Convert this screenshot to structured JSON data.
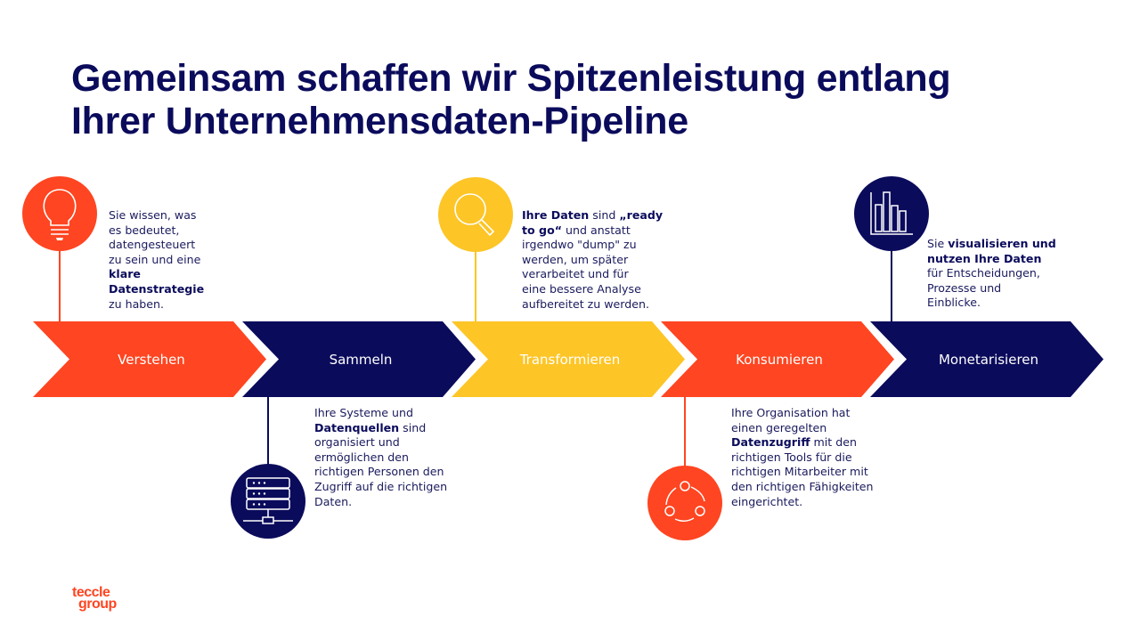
{
  "title": {
    "line1": "Gemeinsam schaffen wir Spitzenleistung entlang",
    "line2": "Ihrer Unternehmensdaten-Pipeline"
  },
  "colors": {
    "orange": "#FF4521",
    "navy": "#0B0B5C",
    "yellow": "#FDC526"
  },
  "stages": [
    {
      "label": "Verstehen",
      "icon": "lightbulb-icon",
      "color": "#FF4521",
      "description": [
        {
          "t": "Sie wissen, was",
          "b": false
        },
        {
          "t": "es bedeutet,",
          "b": false
        },
        {
          "t": "datengesteuert",
          "b": false
        },
        {
          "t": "zu sein und eine",
          "b": false
        },
        {
          "t": "klare",
          "b": true
        },
        {
          "t": "Datenstrategie",
          "b": true
        },
        {
          "t": "zu haben.",
          "b": false
        }
      ]
    },
    {
      "label": "Sammeln",
      "icon": "server-icon",
      "color": "#0B0B5C",
      "description": [
        {
          "t": "Ihre Systeme und",
          "b": false
        },
        {
          "t": "Datenquellen",
          "b": true,
          "rest": " sind"
        },
        {
          "t": "organisiert und",
          "b": false
        },
        {
          "t": "ermöglichen den",
          "b": false
        },
        {
          "t": "richtigen Personen den",
          "b": false
        },
        {
          "t": "Zugriff auf die richtigen",
          "b": false
        },
        {
          "t": "Daten.",
          "b": false
        }
      ]
    },
    {
      "label": "Transformieren",
      "icon": "magnifier-icon",
      "color": "#FDC526",
      "description": [
        {
          "t": "Ihre Daten",
          "b": true,
          "rest": " sind ",
          "bold2": "„ready"
        },
        {
          "t": "to go“",
          "b": true,
          "rest": " und anstatt"
        },
        {
          "t": "irgendwo \"dump\" zu",
          "b": false
        },
        {
          "t": "werden, um später",
          "b": false
        },
        {
          "t": "verarbeitet und für",
          "b": false
        },
        {
          "t": "eine bessere Analyse",
          "b": false
        },
        {
          "t": "aufbereitet zu werden.",
          "b": false
        }
      ]
    },
    {
      "label": "Konsumieren",
      "icon": "cycle-icon",
      "color": "#FF4521",
      "description": [
        {
          "t": "Ihre Organisation hat",
          "b": false
        },
        {
          "t": "einen geregelten",
          "b": false
        },
        {
          "t": "Datenzugriff",
          "b": true,
          "rest": " mit den"
        },
        {
          "t": "richtigen Tools für die",
          "b": false
        },
        {
          "t": "richtigen Mitarbeiter mit",
          "b": false
        },
        {
          "t": "den richtigen Fähigkeiten",
          "b": false
        },
        {
          "t": "eingerichtet.",
          "b": false
        }
      ]
    },
    {
      "label": "Monetarisieren",
      "icon": "bar-chart-icon",
      "color": "#0B0B5C",
      "description": [
        {
          "t": "Sie ",
          "b": false,
          "bold2": "visualisieren und"
        },
        {
          "t": "nutzen Ihre Daten",
          "b": true
        },
        {
          "t": "für Entscheidungen,",
          "b": false
        },
        {
          "t": "Prozesse und",
          "b": false
        },
        {
          "t": "Einblicke.",
          "b": false
        }
      ]
    }
  ],
  "logo": {
    "line1": "teccle",
    "line2": "group"
  }
}
